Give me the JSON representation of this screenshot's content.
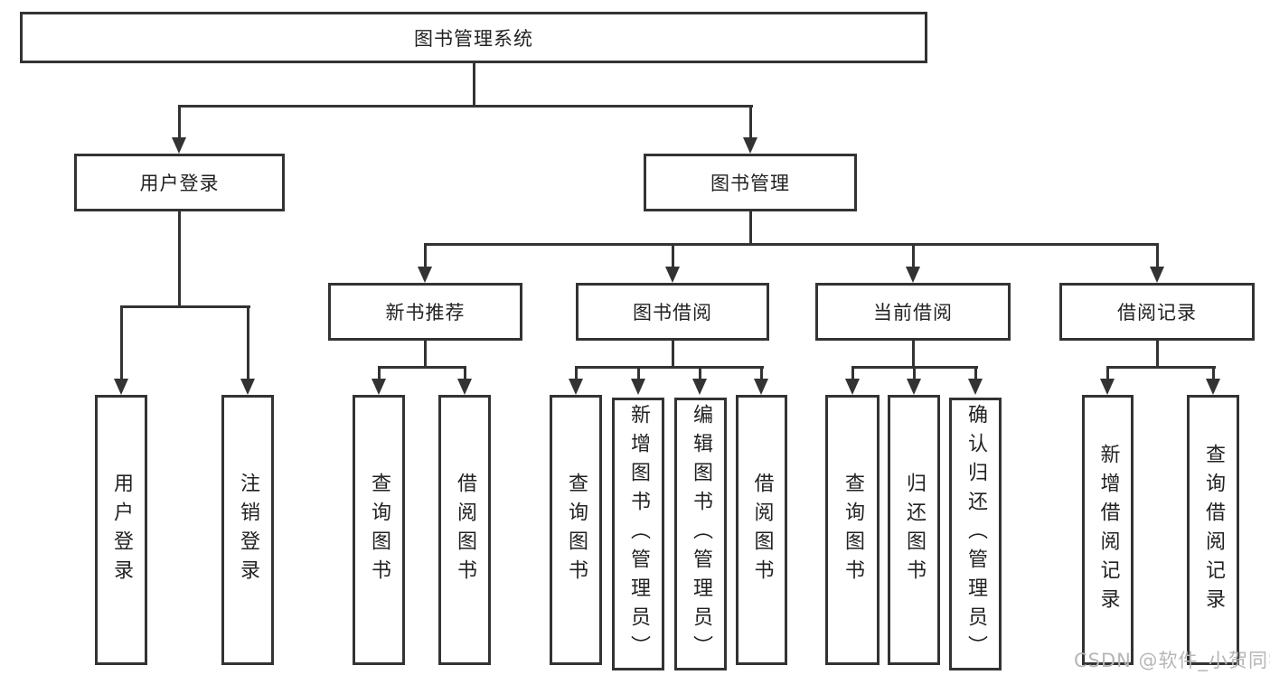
{
  "tree": {
    "root": {
      "label": "图书管理系统"
    },
    "level2": [
      {
        "label": "用户登录",
        "children": [
          "用户登录",
          "注销登录"
        ]
      },
      {
        "label": "图书管理"
      }
    ],
    "level3": [
      {
        "label": "新书推荐",
        "children": [
          "查询图书",
          "借阅图书"
        ]
      },
      {
        "label": "图书借阅",
        "children": [
          "查询图书",
          "新增图书（管理员）",
          "编辑图书（管理员）",
          "借阅图书"
        ]
      },
      {
        "label": "当前借阅",
        "children": [
          "查询图书",
          "归还图书",
          "确认归还（管理员）"
        ]
      },
      {
        "label": "借阅记录",
        "children": [
          "新增借阅记录",
          "查询借阅记录"
        ]
      }
    ]
  },
  "watermark": {
    "text": "CSDN @软件_小贺同学"
  },
  "colors": {
    "line": "#333333",
    "text": "#222222",
    "watermark": "#b6b6b6",
    "background": "#ffffff"
  }
}
